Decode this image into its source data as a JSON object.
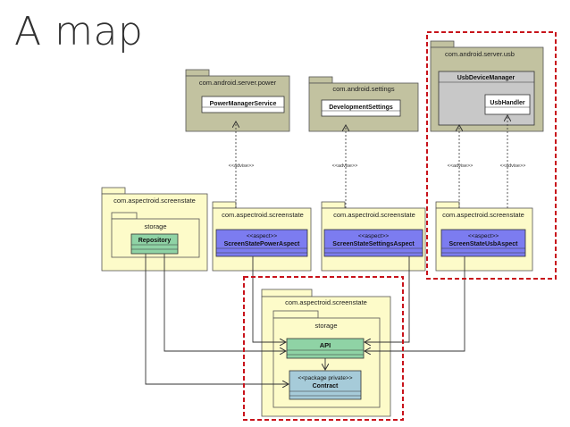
{
  "slide": {
    "title": "A map"
  },
  "packages": {
    "power": {
      "name": "com.android.server.power",
      "class": "PowerManagerService"
    },
    "settings": {
      "name": "com.android.settings",
      "class": "DevelopmentSettings"
    },
    "usb": {
      "name": "com.android.server.usb",
      "class": "UsbDeviceManager",
      "inner_class": "UsbHandler"
    },
    "state_left": {
      "name": "com.aspectroid.screenstate",
      "subpackage": "storage",
      "class": "Repository"
    },
    "state_power": {
      "name": "com.aspectroid.screenstate",
      "stereotype": "<<aspect>>",
      "class": "ScreenStatePowerAspect"
    },
    "state_settings": {
      "name": "com.aspectroid.screenstate",
      "stereotype": "<<aspect>>",
      "class": "ScreenStateSettingsAspect"
    },
    "state_usb": {
      "name": "com.aspectroid.screenstate",
      "stereotype": "<<aspect>>",
      "class": "ScreenStateUsbAspect"
    },
    "state_bottom": {
      "name": "com.aspectroid.screenstate",
      "subpackage": "storage",
      "api_class": "API",
      "contract_stereotype": "<<package private>>",
      "contract_class": "Contract"
    }
  },
  "labels": {
    "advise": "<<advise>>"
  },
  "colors": {
    "package_gray": "#c2c2a0",
    "package_yellow": "#fdfbc9",
    "aspect_blue": "#7c7cf0",
    "green_class": "#8fd3a5",
    "teal_class": "#a6cbd9",
    "highlight_red": "#c8131b"
  }
}
